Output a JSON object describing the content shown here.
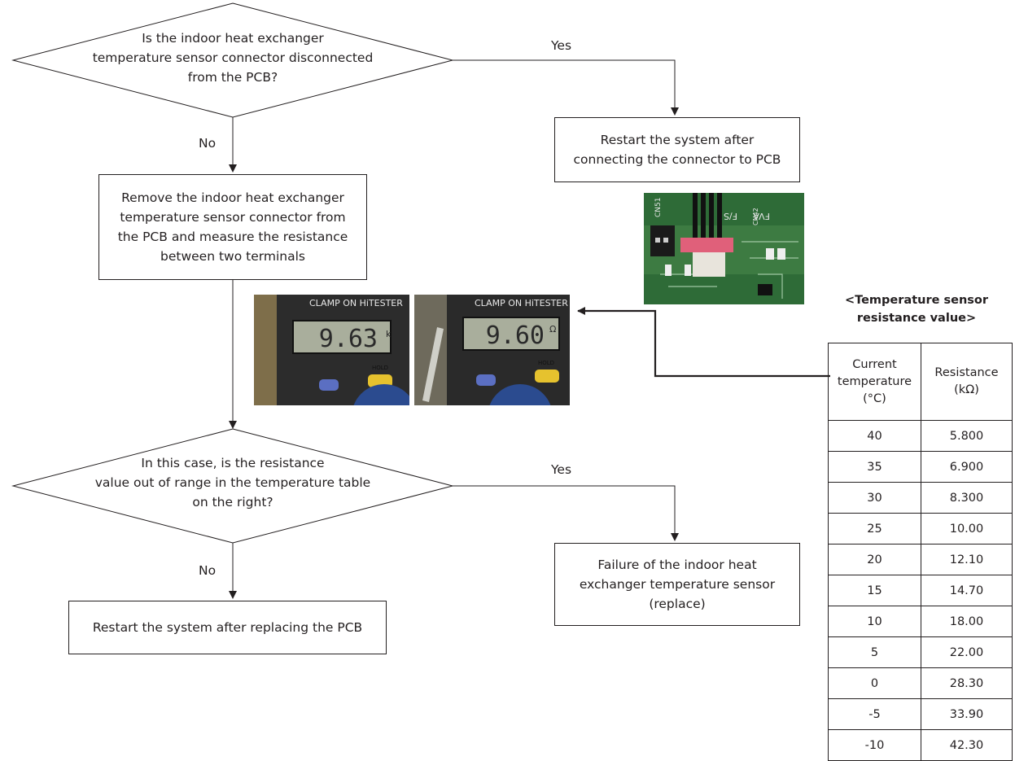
{
  "decision1": {
    "lines": [
      "Is the indoor heat exchanger",
      "temperature sensor connector disconnected",
      "from the PCB?"
    ],
    "yes_label": "Yes",
    "no_label": "No"
  },
  "box_restart_connect": {
    "lines": [
      "Restart the system after",
      "connecting the connector to PCB"
    ]
  },
  "box_remove_measure": {
    "lines": [
      "Remove the indoor heat exchanger",
      "temperature sensor connector from",
      "the PCB and measure the resistance",
      "between two terminals"
    ]
  },
  "decision2": {
    "lines": [
      "In this case, is the resistance",
      "value out of range in the temperature table",
      "on the right?"
    ],
    "yes_label": "Yes",
    "no_label": "No"
  },
  "box_failure": {
    "lines": [
      "Failure of the indoor heat",
      "exchanger temperature sensor",
      "(replace)"
    ]
  },
  "box_replace_pcb": {
    "text": "Restart the system after replacing the PCB"
  },
  "photos": {
    "meter1_brand": "CLAMP ON HiTESTER",
    "meter1_reading": "9.63",
    "meter1_unit": "k",
    "meter2_brand": "CLAMP ON HiTESTER",
    "meter2_reading": "9.60",
    "meter2_unit": "Ω",
    "hold_label": "HOLD",
    "pcb_labels": [
      "CN51",
      "F/S",
      "FVA",
      "CN42"
    ]
  },
  "table": {
    "title_lines": [
      "<Temperature sensor",
      "resistance value>"
    ],
    "header_temp_lines": [
      "Current",
      "temperature",
      "(°C)"
    ],
    "header_res_lines": [
      "Resistance",
      "(kΩ)"
    ],
    "rows": [
      [
        "40",
        "5.800"
      ],
      [
        "35",
        "6.900"
      ],
      [
        "30",
        "8.300"
      ],
      [
        "25",
        "10.00"
      ],
      [
        "20",
        "12.10"
      ],
      [
        "15",
        "14.70"
      ],
      [
        "10",
        "18.00"
      ],
      [
        "5",
        "22.00"
      ],
      [
        "0",
        "28.30"
      ],
      [
        "-5",
        "33.90"
      ],
      [
        "-10",
        "42.30"
      ]
    ]
  }
}
